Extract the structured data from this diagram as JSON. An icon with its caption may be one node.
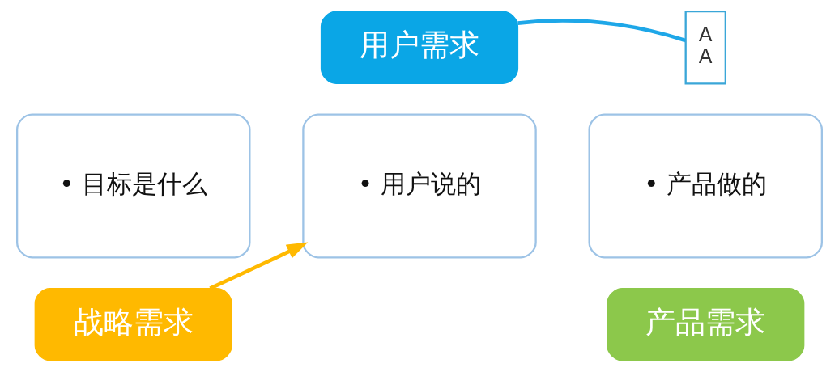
{
  "diagram": {
    "nodes": [
      {
        "text": [
          "• 目标是什么"
        ]
      },
      {
        "text": [
          "战略需求"
        ]
      },
      {
        "text": [
          "用户需求"
        ]
      },
      {
        "text": [
          "• 用户说的"
        ]
      },
      {
        "text": [
          "A",
          "A"
        ]
      },
      {
        "text": [
          "• 产品做的"
        ]
      },
      {
        "text": [
          "产品需求"
        ]
      }
    ],
    "edges": [
      {
        "from": 1,
        "to": 3,
        "arrow": "to",
        "color": "#ffb900"
      },
      {
        "from": 2,
        "to": 4,
        "arrow": "none",
        "color": "#1ea7e8"
      }
    ]
  }
}
